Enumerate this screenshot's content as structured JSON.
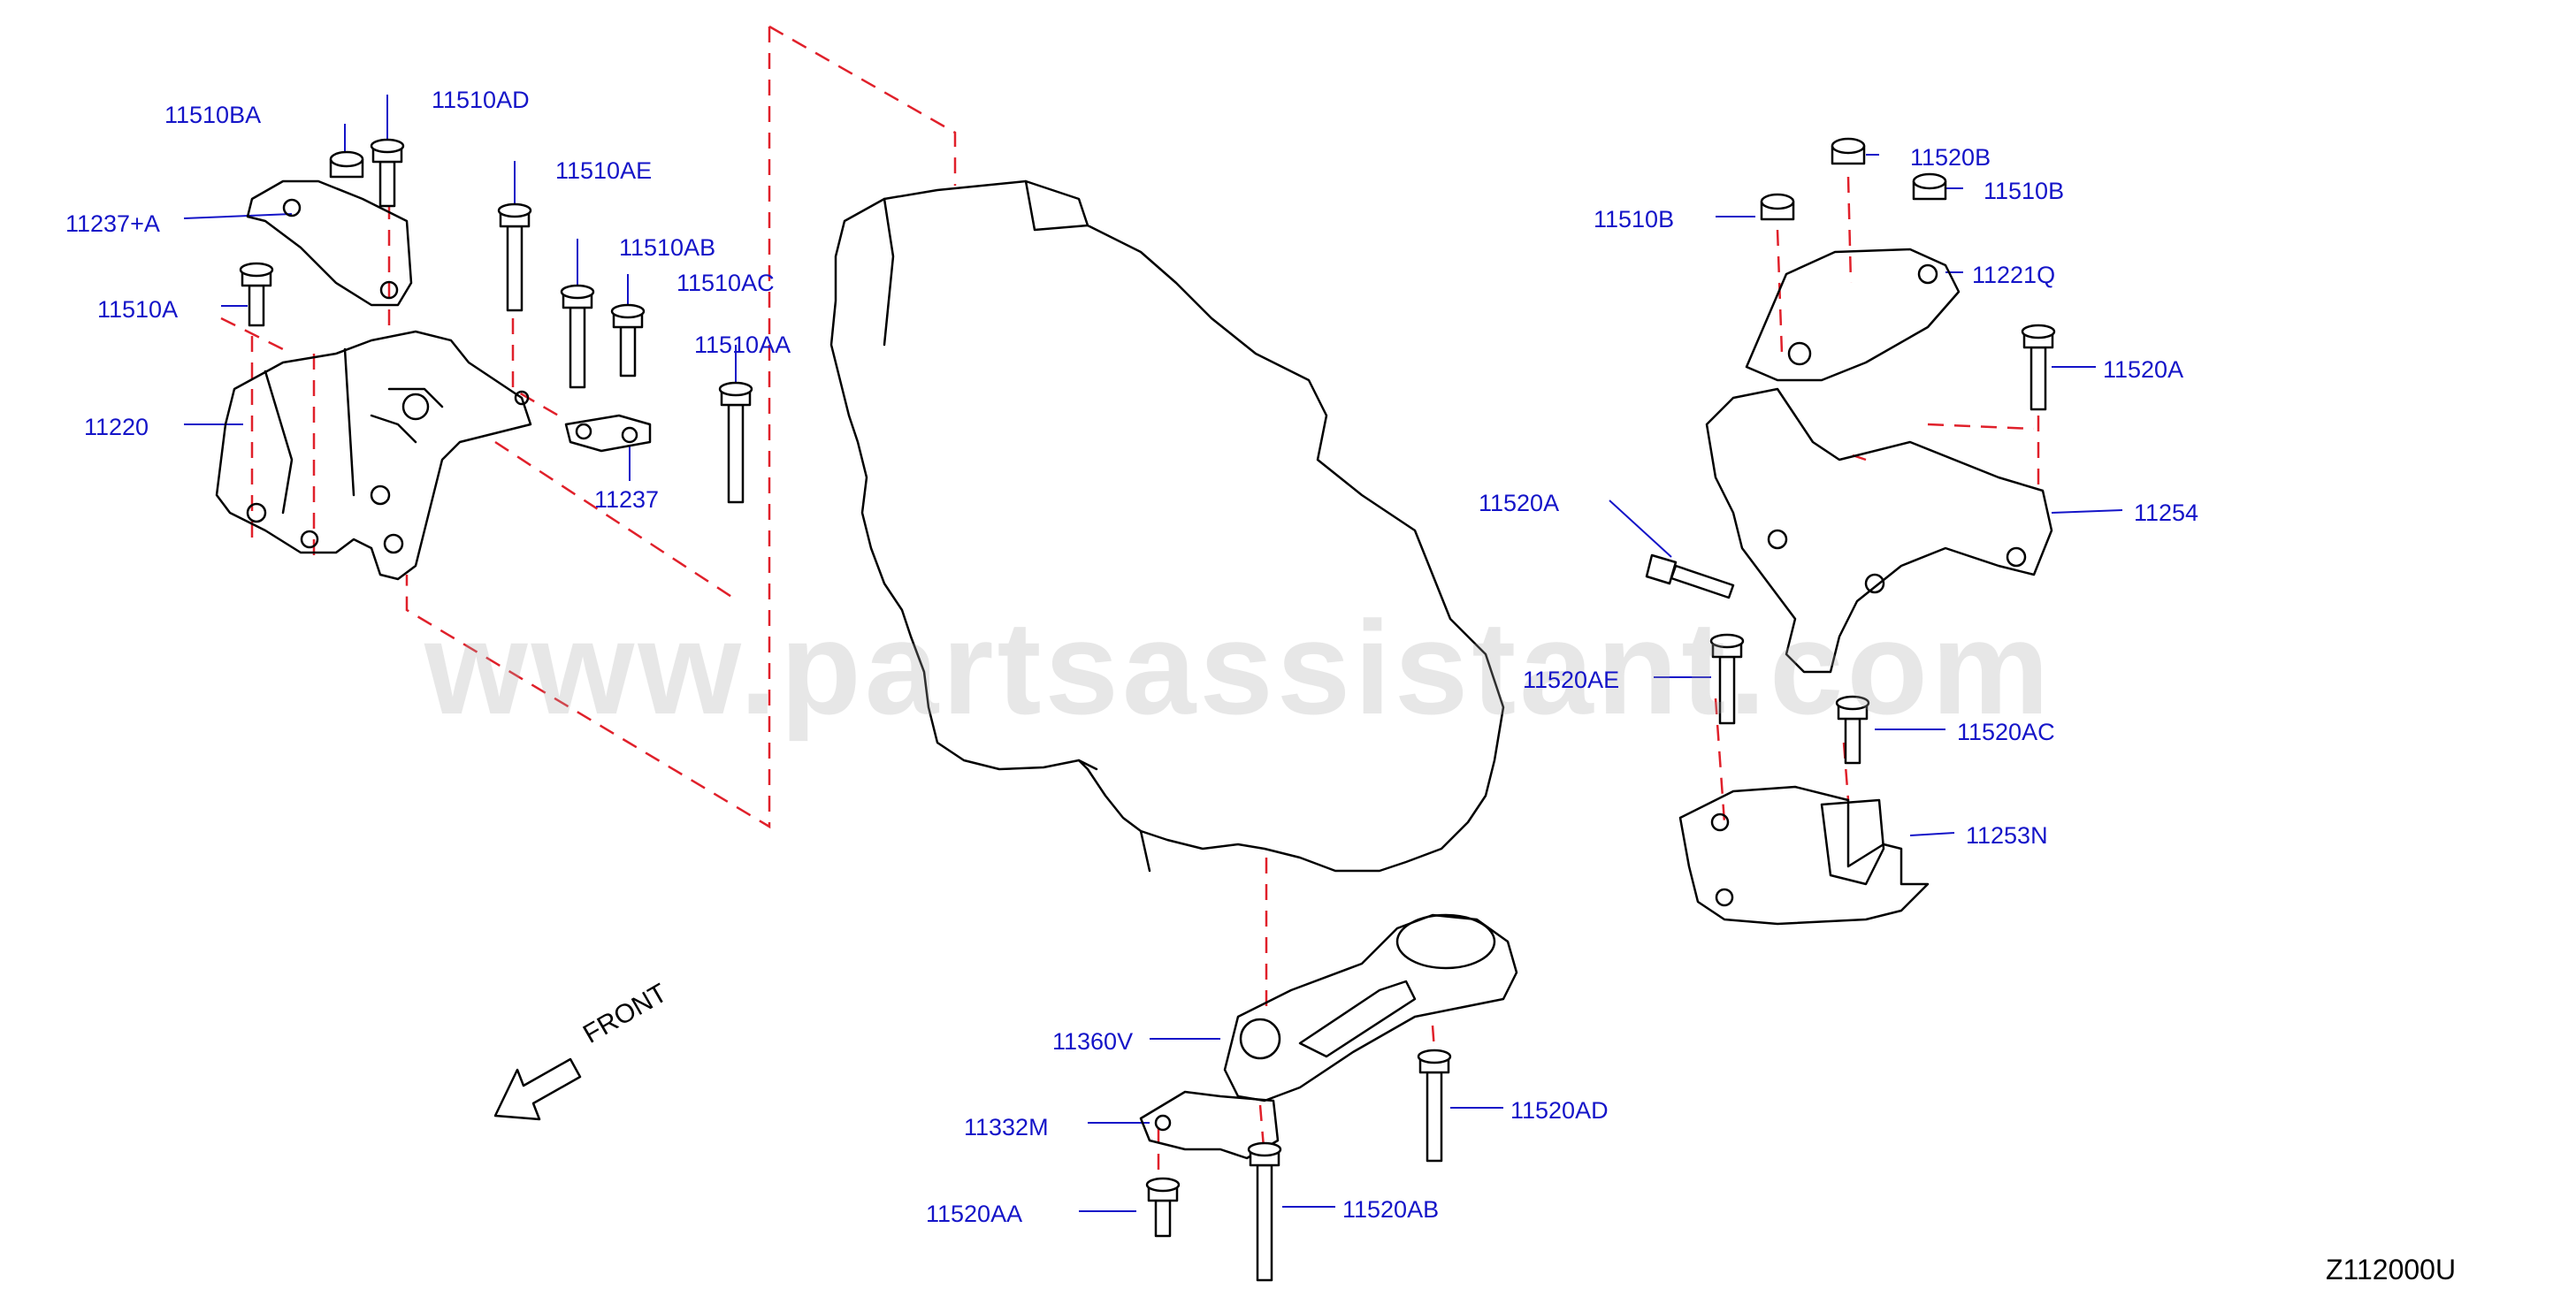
{
  "colors": {
    "label": "#1414c8",
    "leader": "#1414c8",
    "dash": "#e0202a",
    "part": "#000000"
  },
  "watermark": "www.partsassistant.com",
  "diagram_code": "Z112000U",
  "front_label": "FRONT",
  "icons": {
    "front_arrow": "front-arrow-icon"
  },
  "labels": [
    {
      "id": "l1",
      "text": "11510BA"
    },
    {
      "id": "l2",
      "text": "11510AD"
    },
    {
      "id": "l3",
      "text": "11510AE"
    },
    {
      "id": "l4",
      "text": "11237+A"
    },
    {
      "id": "l5",
      "text": "11510AB"
    },
    {
      "id": "l6",
      "text": "11510AC"
    },
    {
      "id": "l7",
      "text": "11510A"
    },
    {
      "id": "l8",
      "text": "11510AA"
    },
    {
      "id": "l9",
      "text": "11220"
    },
    {
      "id": "l10",
      "text": "11237"
    },
    {
      "id": "l11",
      "text": "11520B"
    },
    {
      "id": "l12",
      "text": "11510B"
    },
    {
      "id": "l13",
      "text": "11510B"
    },
    {
      "id": "l14",
      "text": "11221Q"
    },
    {
      "id": "l15",
      "text": "11520A"
    },
    {
      "id": "l16",
      "text": "11520A"
    },
    {
      "id": "l17",
      "text": "11254"
    },
    {
      "id": "l18",
      "text": "11520AE"
    },
    {
      "id": "l19",
      "text": "11520AC"
    },
    {
      "id": "l20",
      "text": "11253N"
    },
    {
      "id": "l21",
      "text": "11360V"
    },
    {
      "id": "l22",
      "text": "11332M"
    },
    {
      "id": "l23",
      "text": "11520AD"
    },
    {
      "id": "l24",
      "text": "11520AA"
    },
    {
      "id": "l25",
      "text": "11520AB"
    }
  ]
}
